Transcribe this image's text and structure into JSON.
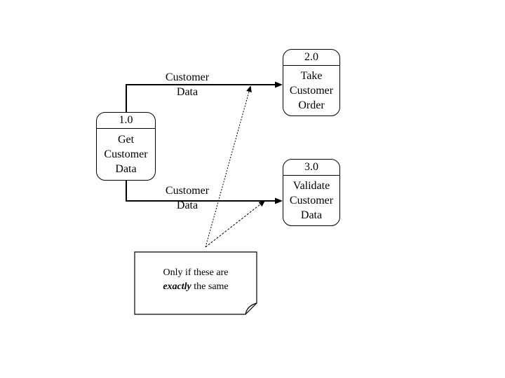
{
  "slide": {
    "background_color": "#ffffff",
    "ink_color": "#000000"
  },
  "processes": [
    {
      "id": "1.0",
      "lines": [
        "Get",
        "Customer",
        "Data"
      ]
    },
    {
      "id": "2.0",
      "lines": [
        "Take",
        "Customer",
        "Order"
      ]
    },
    {
      "id": "3.0",
      "lines": [
        "Validate",
        "Customer",
        "Data"
      ]
    }
  ],
  "flows": [
    {
      "label": [
        "Customer",
        "Data"
      ]
    },
    {
      "label": [
        "Customer",
        "Data"
      ]
    }
  ],
  "note": {
    "line1": "Only if these are",
    "emphasis": "exactly",
    "line2_rest": " the same"
  }
}
